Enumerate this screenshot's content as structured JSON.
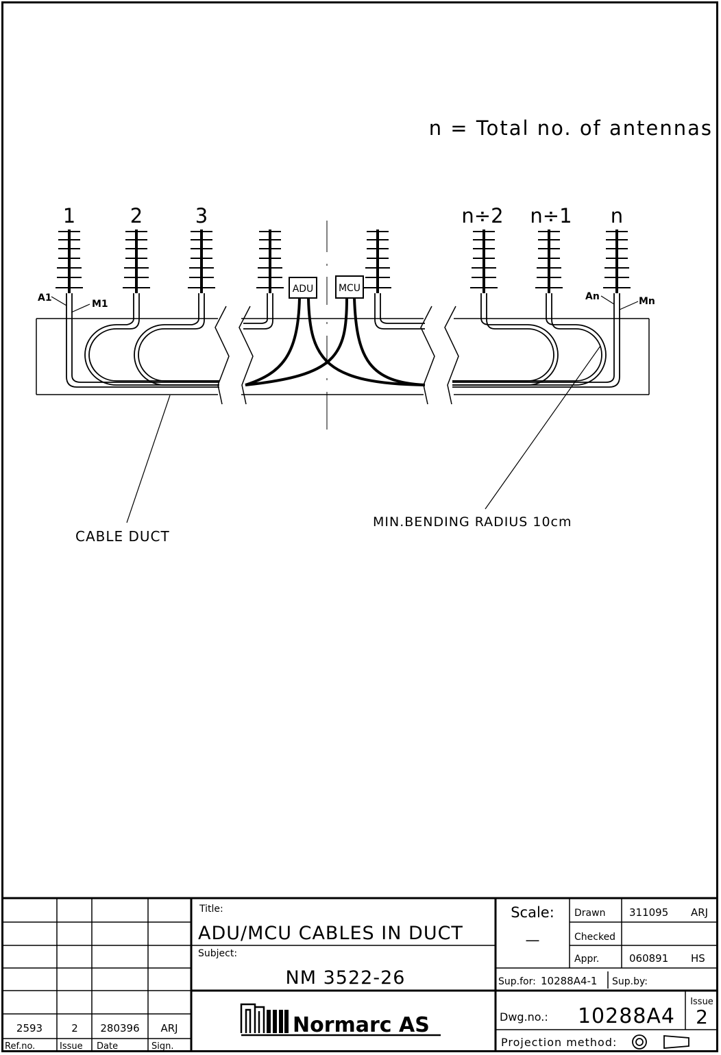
{
  "note": "n = Total no. of antennas",
  "antenna_labels": [
    "1",
    "2",
    "3",
    "n÷2",
    "n÷1",
    "n"
  ],
  "cable_tags": {
    "a1": "A1",
    "m1": "M1",
    "an": "An",
    "mn": "Mn"
  },
  "units": {
    "adu": "ADU",
    "mcu": "MCU"
  },
  "callouts": {
    "duct": "CABLE DUCT",
    "radius": "MIN.BENDING RADIUS 10cm"
  },
  "title_block": {
    "revision": {
      "ref_no": "2593",
      "issue": "2",
      "date": "280396",
      "sign": "ARJ"
    },
    "revision_headers": {
      "ref_no": "Ref.no.",
      "issue": "Issue",
      "date": "Date",
      "sign": "Sign."
    },
    "title_label": "Title:",
    "title": "ADU/MCU CABLES IN DUCT",
    "subject_label": "Subject:",
    "subject": "NM 3522-26",
    "company": "Normarc AS",
    "scale_label": "Scale:",
    "scale_value": "—",
    "drawn_label": "Drawn",
    "drawn_date": "311095",
    "drawn_sign": "ARJ",
    "checked_label": "Checked",
    "appr_label": "Appr.",
    "appr_date": "060891",
    "appr_sign": "HS",
    "sup_for_label": "Sup.for:",
    "sup_for_value": "10288A4-1",
    "sup_by_label": "Sup.by:",
    "dwg_label": "Dwg.no.:",
    "dwg_value": "10288A4",
    "issue_label": "Issue",
    "issue_value": "2",
    "projection_label": "Projection method:"
  }
}
